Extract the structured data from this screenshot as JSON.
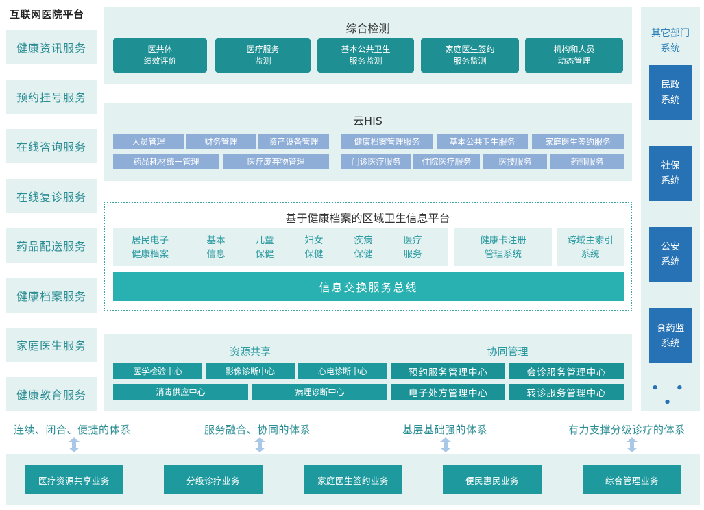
{
  "left": {
    "title": "互联网医院平台",
    "items": [
      "健康资讯服务",
      "预约挂号服务",
      "在线咨询服务",
      "在线复诊服务",
      "药品配送服务",
      "健康档案服务",
      "家庭医生服务",
      "健康教育服务"
    ]
  },
  "monitor": {
    "title": "综合检测",
    "items": [
      {
        "l1": "医共体",
        "l2": "绩效评价"
      },
      {
        "l1": "医疗服务",
        "l2": "监测"
      },
      {
        "l1": "基本公共卫生",
        "l2": "服务监测"
      },
      {
        "l1": "家庭医生签约",
        "l2": "服务监测"
      },
      {
        "l1": "机构和人员",
        "l2": "动态管理"
      }
    ]
  },
  "his": {
    "title": "云HIS",
    "row1": [
      "人员管理",
      "财务管理",
      "资产设备管理",
      "健康档案管理服务",
      "基本公共卫生服务",
      "家庭医生签约服务"
    ],
    "row2": [
      "药品耗材统一管理",
      "医疗废弃物管理",
      "门诊医疗服务",
      "住院医疗服务",
      "医技服务",
      "药师服务"
    ]
  },
  "regional": {
    "title": "基于健康档案的区域卫生信息平台",
    "group1": [
      {
        "l1": "居民电子",
        "l2": "健康档案"
      },
      {
        "l1": "基本",
        "l2": "信息"
      },
      {
        "l1": "儿童",
        "l2": "保健"
      },
      {
        "l1": "妇女",
        "l2": "保健"
      },
      {
        "l1": "疾病",
        "l2": "保健"
      },
      {
        "l1": "医疗",
        "l2": "服务"
      }
    ],
    "card2": {
      "l1": "健康卡注册",
      "l2": "管理系统"
    },
    "card3": {
      "l1": "跨域主索引",
      "l2": "系统"
    },
    "bus": "信息交换服务总线"
  },
  "share": {
    "title_left": "资源共享",
    "title_right": "协同管理",
    "left_row1": [
      "医学检验中心",
      "影像诊断中心",
      "心电诊断中心"
    ],
    "left_row2": [
      "消毒供应中心",
      "病理诊断中心"
    ],
    "right_row1": [
      "预约服务管理中心",
      "会诊服务管理中心"
    ],
    "right_row2": [
      "电子处方管理中心",
      "转诊服务管理中心"
    ]
  },
  "right": {
    "title_l1": "其它部门",
    "title_l2": "系统",
    "items": [
      {
        "l1": "民政",
        "l2": "系统"
      },
      {
        "l1": "社保",
        "l2": "系统"
      },
      {
        "l1": "公安",
        "l2": "系统"
      },
      {
        "l1": "食药监",
        "l2": "系统"
      }
    ],
    "more": "• • •"
  },
  "systems": [
    "连续、闭合、便捷的体系",
    "服务融合、协同的体系",
    "基层基础强的体系",
    "有力支撑分级诊疗的体系"
  ],
  "business": [
    "医疗资源共享业务",
    "分级诊疗业务",
    "家庭医生签约业务",
    "便民惠民业务",
    "综合管理业务"
  ],
  "colors": {
    "panel": "#e3f1f1",
    "teal": "#1e9a9e",
    "his": "#8eaed8",
    "dept": "#2672b4",
    "arrow": "#a9c8e8"
  }
}
